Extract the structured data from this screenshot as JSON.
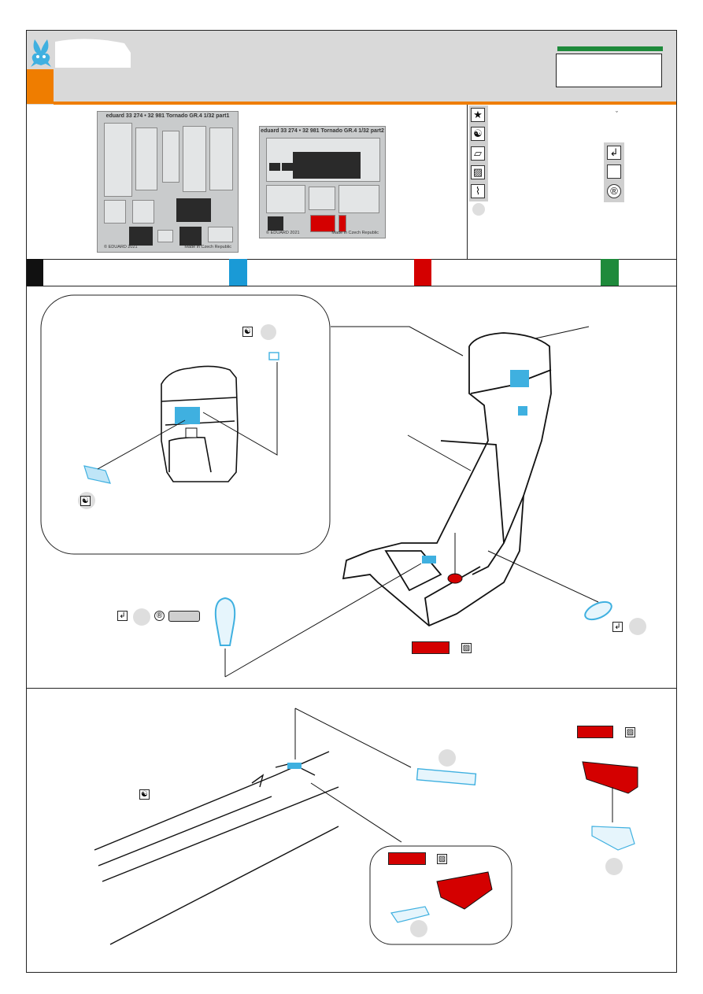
{
  "fret1": {
    "header": "eduard  33 274 • 32 981  Tornado GR.4  1/32  part1",
    "copyright": "© EDUARD 2021",
    "made_in": "Made in Czech Republic"
  },
  "fret2": {
    "header": "eduard  33 274 • 32 981  Tornado GR.4  1/32  part2",
    "copyright": "© EDUARD 2021",
    "made_in": "Made in Czech Republic"
  },
  "legend": {
    "icons": [
      "star-icon",
      "yin-yang-icon",
      "sheet-icon",
      "file-icon",
      "drill-icon"
    ],
    "right_icons": [
      "bend-icon",
      "blank-icon",
      "recycle-icon"
    ],
    "caret": "ˇ"
  },
  "colors": {
    "orange": "#ef7d00",
    "green": "#1e8a3b",
    "blue": "#1a9ad6",
    "red": "#d40000",
    "black": "#111111",
    "part_blue": "#3fb0e0"
  }
}
